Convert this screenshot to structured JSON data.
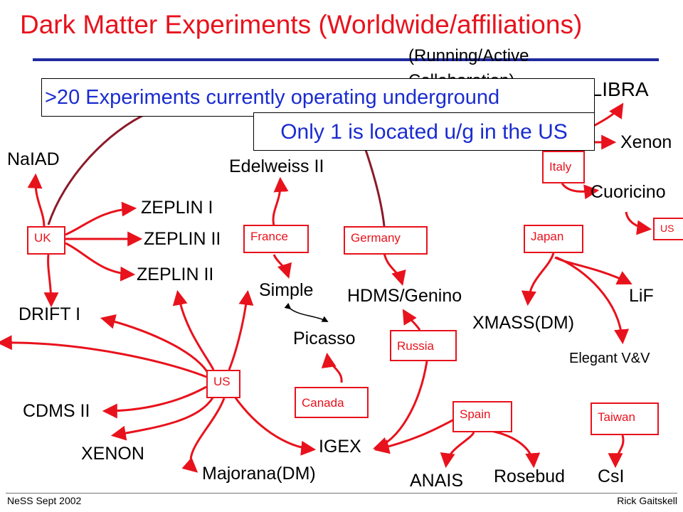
{
  "title": "Dark Matter Experiments (Worldwide/affiliations)",
  "subtitle": "(Running/Active Collaboration)",
  "callouts": {
    "operating": ">20 Experiments currently operating underground",
    "us_underground": "Only 1 is located u/g in the US"
  },
  "countries": {
    "uk": "UK",
    "france": "France",
    "germany": "Germany",
    "italy": "Italy",
    "us_small": "US",
    "japan": "Japan",
    "russia": "Russia",
    "us": "US",
    "canada": "Canada",
    "spain": "Spain",
    "taiwan": "Taiwan"
  },
  "experiments": {
    "naiad": "NaIAD",
    "zeplin_i": "ZEPLIN I",
    "zeplin_ii_a": "ZEPLIN II",
    "zeplin_ii_b": "ZEPLIN II",
    "drift": "DRIFT I",
    "edelweiss": "Edelweiss II",
    "simple": "Simple",
    "picasso": "Picasso",
    "hdms": "HDMS/Genino",
    "dama": "ALIBRA",
    "xenon_italy": "Xenon",
    "cuoricino": "Cuoricino",
    "xmass": "XMASS(DM)",
    "lif": "LiF",
    "elegant": "Elegant V&V",
    "cdms": "CDMS II",
    "xenon_us": "XENON",
    "majorana": "Majorana(DM)",
    "igex": "IGEX",
    "anais": "ANAIS",
    "rosebud": "Rosebud",
    "csi": "CsI"
  },
  "footer": {
    "left": "NeSS Sept 2002",
    "right": "Rick Gaitskell"
  },
  "colors": {
    "title": "#e8121c",
    "rule": "#1f2a9e",
    "arrows": "#e8121c",
    "callout_text": "#1a2ccf"
  }
}
